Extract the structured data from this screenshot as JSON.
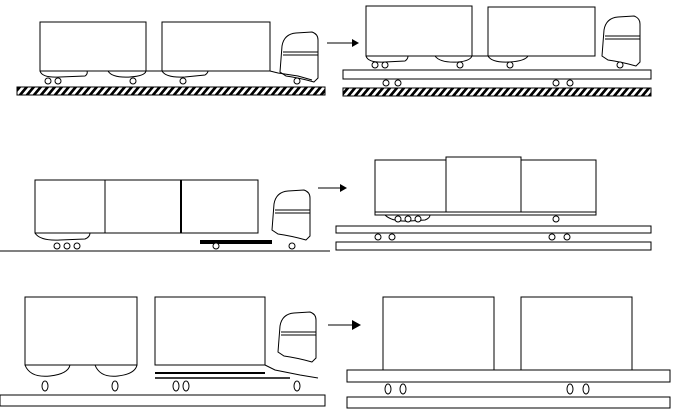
{
  "colors": {
    "stroke": "#000000",
    "background": "#ffffff",
    "hatch": "#000000"
  },
  "panels": [
    {
      "id": "tandem-on-ground",
      "transfer": "onto-platform"
    },
    {
      "id": "triple-on-ground",
      "transfer": "onto-double-platform"
    },
    {
      "id": "pair-on-plate",
      "transfer": "onto-double-plate"
    }
  ]
}
